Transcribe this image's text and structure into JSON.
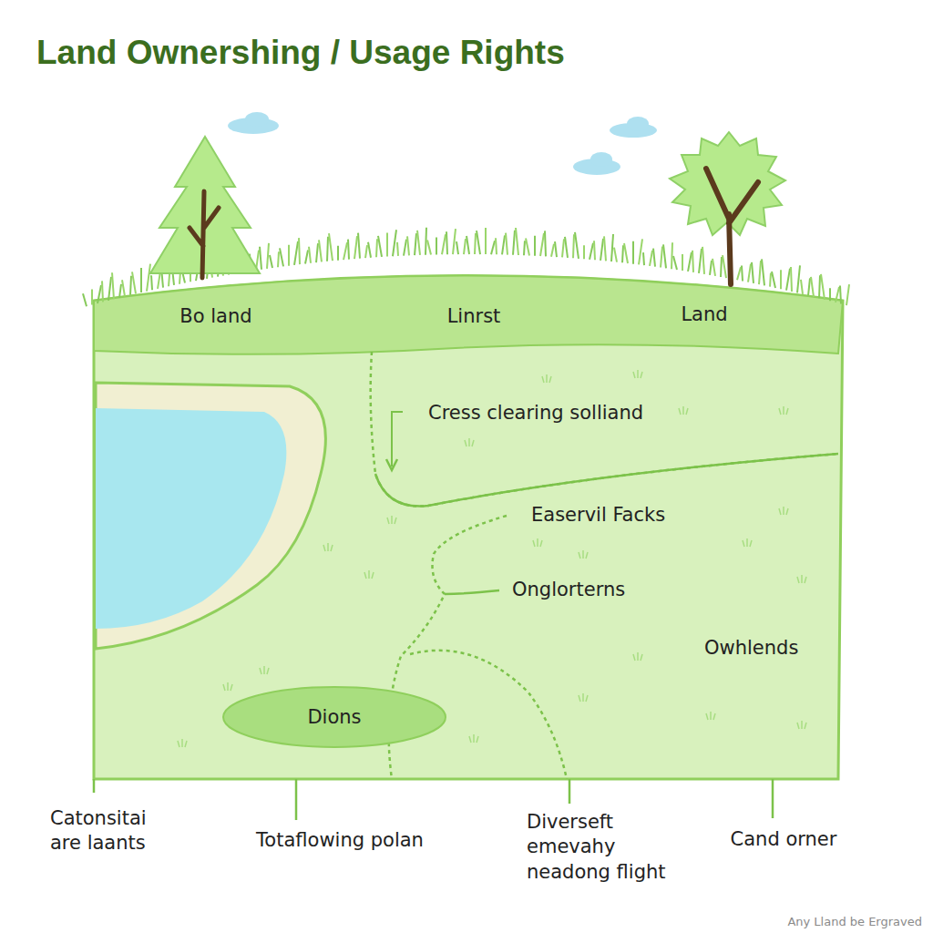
{
  "diagram": {
    "title": "Land Ownershing / Usage Rights",
    "nodes": [
      {
        "text": [
          "Dions"
        ]
      }
    ],
    "labels": [
      "Bo land",
      "Linrst",
      "Land",
      "Cress clearing solliand",
      "Easervil Facks",
      "Onglorterns",
      "Owhlends",
      "Catonsitai are laants",
      "Totaflowing polan",
      "Diverseft emevahy neadong flight",
      "Cand orner",
      "Any Lland be Ergraved"
    ]
  }
}
